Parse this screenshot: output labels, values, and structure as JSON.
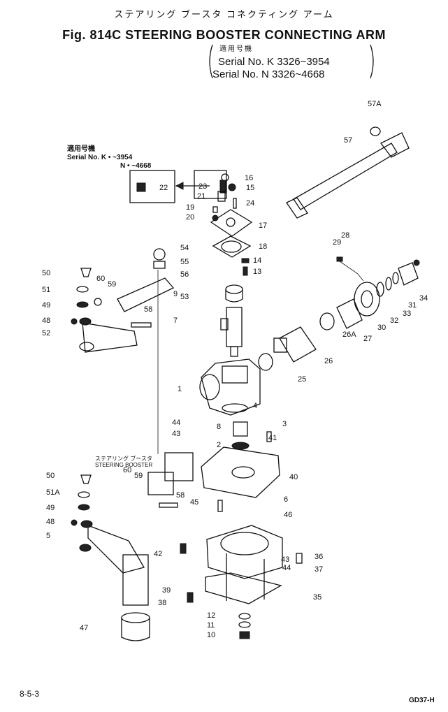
{
  "header": {
    "jp_title": "ステアリング ブースタ コネクティング アーム",
    "en_title": "Fig. 814C STEERING BOOSTER CONNECTING ARM",
    "serial_jp": "適用号機",
    "serial_k": "Serial No. K 3326~3954",
    "serial_n": "Serial No. N 3326~4668"
  },
  "detail_note": {
    "jp": "適用号機",
    "line1": "Serial No. K • ~3954",
    "line2": "N • ~4668"
  },
  "subfigure": {
    "jp": "ステアリング ブースタ",
    "en": "STEERING BOOSTER"
  },
  "callouts": [
    "57A",
    "57",
    "22",
    "16",
    "23",
    "15",
    "21",
    "24",
    "19",
    "20",
    "17",
    "18",
    "14",
    "13",
    "28",
    "29",
    "54",
    "55",
    "56",
    "50",
    "51",
    "60",
    "59",
    "53",
    "9",
    "49",
    "58",
    "48",
    "52",
    "7",
    "34",
    "33",
    "31",
    "32",
    "30",
    "27",
    "26A",
    "26",
    "25",
    "1",
    "4",
    "44",
    "43",
    "8",
    "3",
    "41",
    "2",
    "40",
    "50",
    "60",
    "51A",
    "59",
    "58",
    "45",
    "6",
    "49",
    "48",
    "46",
    "5",
    "42",
    "43",
    "36",
    "44",
    "37",
    "39",
    "38",
    "35",
    "12",
    "11",
    "10",
    "47"
  ],
  "footer": {
    "page": "8-5-3",
    "code": "GD37-H"
  }
}
